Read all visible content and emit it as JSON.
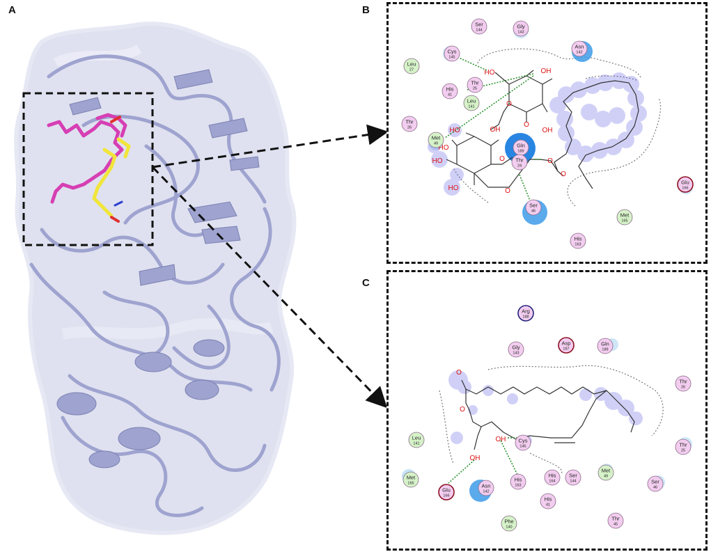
{
  "panels": {
    "a": "A",
    "b": "B",
    "c": "C"
  },
  "colors": {
    "protein": "#9ea3cf",
    "surface": "#dfe1f0",
    "ligand_magenta": "#d63fb3",
    "ligand_yellow": "#f1e53a",
    "residue_polar": "#f2cdef",
    "residue_hydrophobic": "#d5f2c8",
    "residue_acidic_ring": "#8b1020",
    "residue_basic_ring": "#23237a",
    "hbond": "#228b22",
    "exposure": "#3a3aff",
    "solvent": "#3d9be9"
  },
  "panel_b": {
    "residues": [
      {
        "name": "Ser",
        "num": "144",
        "kind": "polar"
      },
      {
        "name": "Gly",
        "num": "143",
        "kind": "polar"
      },
      {
        "name": "Asn",
        "num": "142",
        "kind": "polar"
      },
      {
        "name": "Cys",
        "num": "145",
        "kind": "polar"
      },
      {
        "name": "Leu",
        "num": "27",
        "kind": "hydrophobic"
      },
      {
        "name": "His",
        "num": "41",
        "kind": "polar"
      },
      {
        "name": "Thr",
        "num": "25",
        "kind": "polar"
      },
      {
        "name": "Leu",
        "num": "141",
        "kind": "hydrophobic"
      },
      {
        "name": "Thr",
        "num": "26",
        "kind": "polar"
      },
      {
        "name": "Met",
        "num": "49",
        "kind": "hydrophobic"
      },
      {
        "name": "Gln",
        "num": "189",
        "kind": "polar"
      },
      {
        "name": "Thr",
        "num": "24",
        "kind": "polar"
      },
      {
        "name": "Ser",
        "num": "46",
        "kind": "polar"
      },
      {
        "name": "Met",
        "num": "165",
        "kind": "hydrophobic"
      },
      {
        "name": "His",
        "num": "163",
        "kind": "polar"
      },
      {
        "name": "Glu",
        "num": "166",
        "kind": "acidic"
      }
    ],
    "atoms": [
      {
        "label": "HO"
      },
      {
        "label": "OH"
      },
      {
        "label": "O"
      },
      {
        "label": "O"
      },
      {
        "label": "OH"
      },
      {
        "label": "HO"
      },
      {
        "label": "OH"
      },
      {
        "label": "HO"
      },
      {
        "label": "O"
      },
      {
        "label": "HO"
      },
      {
        "label": "HO"
      },
      {
        "label": "O"
      },
      {
        "label": "O"
      },
      {
        "label": "O"
      }
    ]
  },
  "panel_c": {
    "residues": [
      {
        "name": "Arg",
        "num": "188",
        "kind": "basic"
      },
      {
        "name": "Gly",
        "num": "143",
        "kind": "polar"
      },
      {
        "name": "Asp",
        "num": "187",
        "kind": "acidic"
      },
      {
        "name": "Gln",
        "num": "189",
        "kind": "polar"
      },
      {
        "name": "Thr",
        "num": "26",
        "kind": "polar"
      },
      {
        "name": "Leu",
        "num": "141",
        "kind": "hydrophobic"
      },
      {
        "name": "Cys",
        "num": "145",
        "kind": "polar"
      },
      {
        "name": "Thr",
        "num": "25",
        "kind": "polar"
      },
      {
        "name": "Met",
        "num": "165",
        "kind": "hydrophobic"
      },
      {
        "name": "His",
        "num": "164",
        "kind": "polar"
      },
      {
        "name": "Ser",
        "num": "144",
        "kind": "polar"
      },
      {
        "name": "Met",
        "num": "49",
        "kind": "hydrophobic"
      },
      {
        "name": "Ser",
        "num": "46",
        "kind": "polar"
      },
      {
        "name": "Glu",
        "num": "166",
        "kind": "acidic"
      },
      {
        "name": "Asn",
        "num": "142",
        "kind": "polar"
      },
      {
        "name": "His",
        "num": "163",
        "kind": "polar"
      },
      {
        "name": "His",
        "num": "41",
        "kind": "polar"
      },
      {
        "name": "Thr",
        "num": "45",
        "kind": "polar"
      },
      {
        "name": "Phe",
        "num": "140",
        "kind": "hydrophobic"
      }
    ],
    "atoms": [
      {
        "label": "O"
      },
      {
        "label": "O"
      },
      {
        "label": "OH"
      },
      {
        "label": "OH"
      }
    ]
  }
}
